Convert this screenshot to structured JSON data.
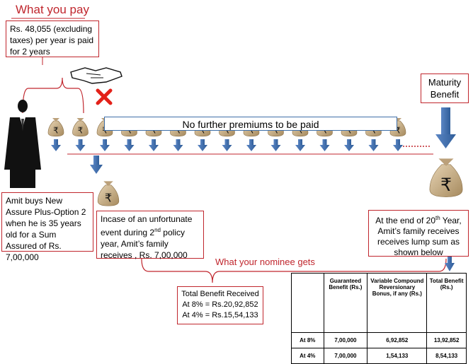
{
  "headings": {
    "what_you_pay": "What you pay",
    "what_nominee_gets": "What your nominee gets"
  },
  "boxes": {
    "premium_text": "Rs. 48,055 (excluding taxes) per year is paid for 2 years",
    "amit_buys": "Amit buys New Assure Plus-Option 2 when he is 35 years old for a Sum Assured of Rs. 7,00,000",
    "unfortunate_pre": "Incase of an unfortunate event  during 2",
    "unfortunate_sup": "nd",
    "unfortunate_post": " policy year, Amit’s family receives , Rs. 7,00,000",
    "maturity": "Maturity Benefit",
    "end20_pre": "At the end of 20",
    "end20_sup": "th",
    "end20_post": " Year, Amit’s family receives receives lump sum as shown below",
    "no_further": "No further premiums to be paid",
    "total_benefit_title": "Total Benefit Received",
    "total_benefit_8": "At 8% = Rs.20,92,852",
    "total_benefit_4": "At 4% = Rs.15,54,133"
  },
  "table": {
    "headers": [
      "",
      "Guaranteed Benefit (Rs.)",
      "Variable Compound Reversionary Bonus, if any (Rs.)",
      "Total Benefit (Rs.)"
    ],
    "rows": [
      [
        "At 8%",
        "7,00,000",
        "6,92,852",
        "13,92,852"
      ],
      [
        "At 4%",
        "7,00,000",
        "1,54,133",
        "8,54,133"
      ]
    ]
  },
  "icons": {
    "currency_symbol": "₹",
    "person": "person-silhouette-icon",
    "handshake": "handshake-icon",
    "cross": "red-cross-icon",
    "money_bag": "money-bag-icon",
    "arrow": "down-arrow-icon"
  },
  "colors": {
    "red": "#c0262d",
    "blue": "#3f6fa8",
    "bag": "#c8b08a"
  }
}
